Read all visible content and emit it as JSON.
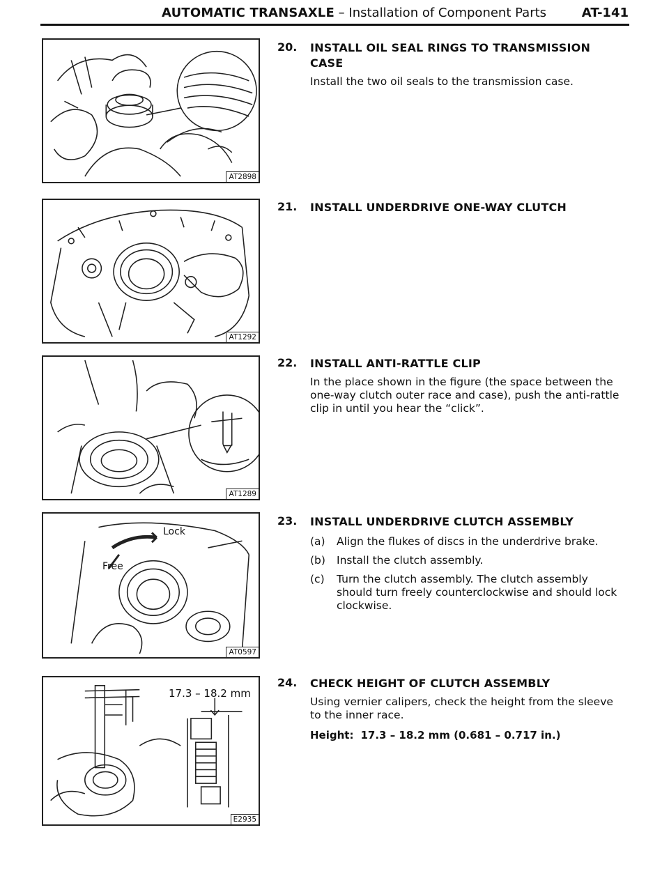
{
  "header": {
    "title": "AUTOMATIC TRANSAXLE",
    "separator": " – ",
    "subtitle": "Installation of Component Parts",
    "page_number": "AT-141"
  },
  "figures": [
    {
      "code": "AT2898"
    },
    {
      "code": "AT1292"
    },
    {
      "code": "AT1289"
    },
    {
      "code": "AT0597",
      "label_lock": "Lock",
      "label_free": "Free"
    },
    {
      "code": "E2935",
      "label_dimension": "17.3 – 18.2 mm"
    }
  ],
  "steps": [
    {
      "number": "20.",
      "heading": "INSTALL OIL SEAL RINGS TO TRANSMISSION CASE",
      "text": "Install the two oil seals to the transmission case."
    },
    {
      "number": "21.",
      "heading": "INSTALL UNDERDRIVE ONE-WAY CLUTCH"
    },
    {
      "number": "22.",
      "heading": "INSTALL ANTI-RATTLE CLIP",
      "text": "In the place shown in the figure (the space between the one-way clutch outer race and case), push the anti-rattle clip in until you hear the “click”."
    },
    {
      "number": "23.",
      "heading": "INSTALL UNDERDRIVE CLUTCH ASSEMBLY",
      "items": [
        {
          "marker": "(a)",
          "text": "Align the flukes of discs in the underdrive brake."
        },
        {
          "marker": "(b)",
          "text": "Install the clutch assembly."
        },
        {
          "marker": "(c)",
          "text": "Turn the clutch assembly. The clutch assembly should turn freely counterclockwise and should lock clockwise."
        }
      ]
    },
    {
      "number": "24.",
      "heading": "CHECK HEIGHT OF CLUTCH ASSEMBLY",
      "text": "Using vernier calipers, check the height from the sleeve to the inner race.",
      "spec_label": "Height:",
      "spec_value": "17.3 – 18.2 mm (0.681 – 0.717 in.)"
    }
  ]
}
